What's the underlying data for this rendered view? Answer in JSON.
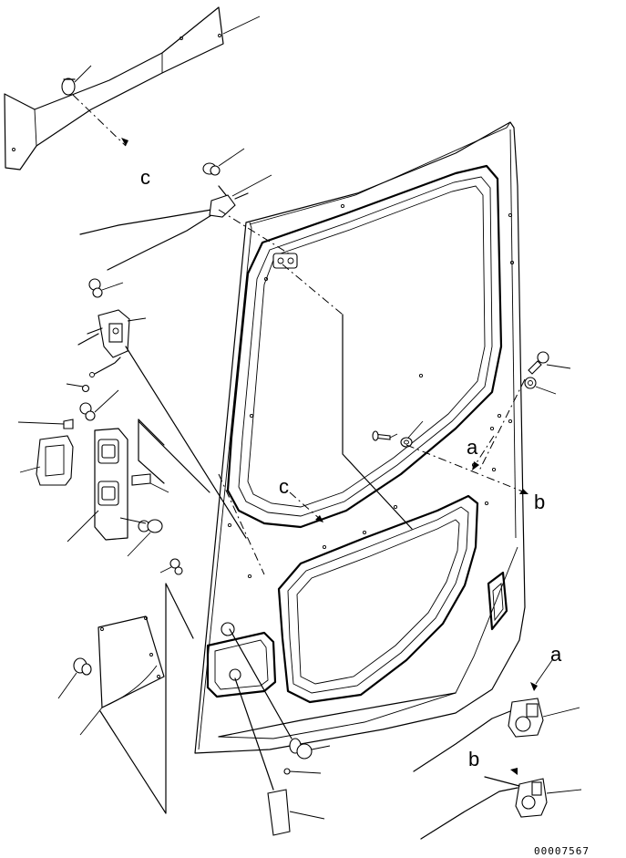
{
  "callouts": {
    "a_upper": "a",
    "b_upper": "b",
    "c_upper": "c",
    "c_lower": "c",
    "a_lower": "a",
    "b_lower": "b"
  },
  "drawing_number": "00007567"
}
